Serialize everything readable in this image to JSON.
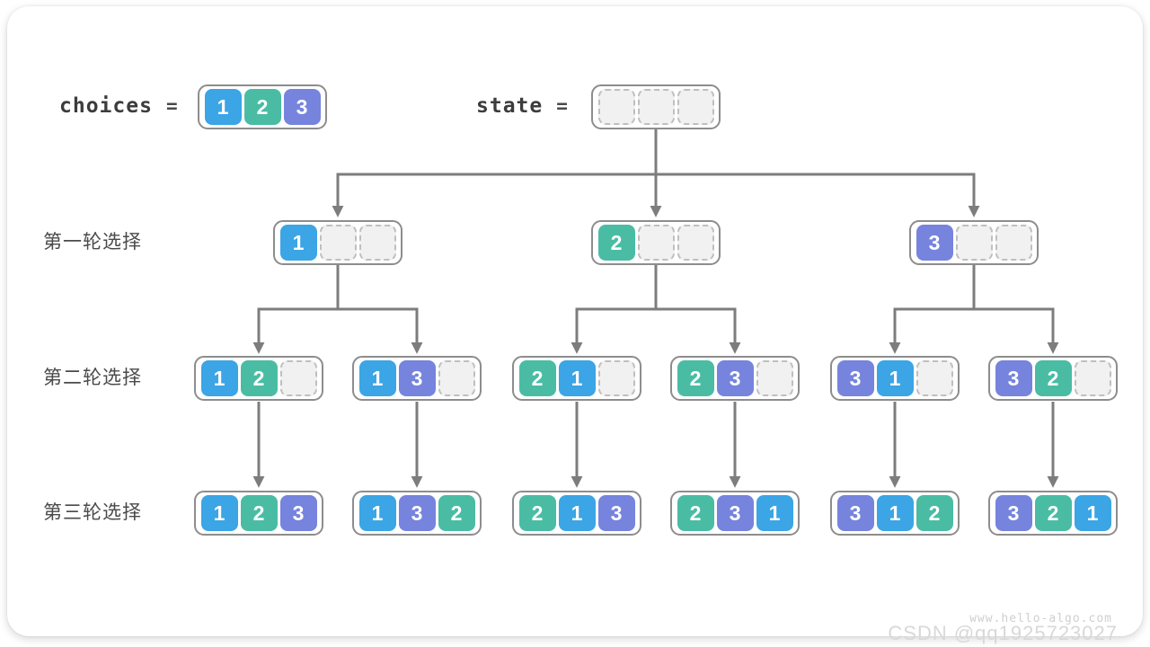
{
  "palette": {
    "1": "#3ba5e5",
    "2": "#4abca4",
    "3": "#7684dd"
  },
  "line_color": "#7d7d7d",
  "header": {
    "choices_label": "choices",
    "equals": "=",
    "state_label": "state",
    "choices_cells": [
      1,
      2,
      3
    ],
    "state_cells": [
      null,
      null,
      null
    ]
  },
  "row_labels": [
    "第一轮选择",
    "第二轮选择",
    "第三轮选择"
  ],
  "tree": {
    "level1": [
      [
        1,
        null,
        null
      ],
      [
        2,
        null,
        null
      ],
      [
        3,
        null,
        null
      ]
    ],
    "level2": [
      [
        1,
        2,
        null
      ],
      [
        1,
        3,
        null
      ],
      [
        2,
        1,
        null
      ],
      [
        2,
        3,
        null
      ],
      [
        3,
        1,
        null
      ],
      [
        3,
        2,
        null
      ]
    ],
    "level3": [
      [
        1,
        2,
        3
      ],
      [
        1,
        3,
        2
      ],
      [
        2,
        1,
        3
      ],
      [
        2,
        3,
        1
      ],
      [
        3,
        1,
        2
      ],
      [
        3,
        2,
        1
      ]
    ]
  },
  "watermark": {
    "site": "www.hello-algo.com",
    "csdn": "CSDN @qq1925723027"
  }
}
